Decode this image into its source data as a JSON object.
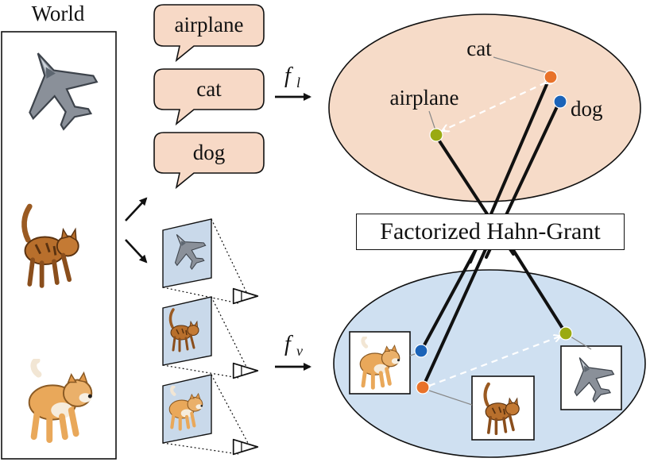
{
  "world": {
    "title": "World"
  },
  "speech_bubbles": [
    "airplane",
    "cat",
    "dog"
  ],
  "arrows": {
    "language_map": "f",
    "language_sub": "l",
    "vision_map": "f",
    "vision_sub": "v"
  },
  "center_box": {
    "label": "Factorized Hahn-Grant"
  },
  "language_space": {
    "points": [
      {
        "label": "cat",
        "color": "#e8722a"
      },
      {
        "label": "dog",
        "color": "#1b63b8"
      },
      {
        "label": "airplane",
        "color": "#9aaa12"
      }
    ]
  },
  "vision_space": {
    "points": [
      {
        "name": "dog",
        "color": "#1b63b8"
      },
      {
        "name": "cat",
        "color": "#e8722a"
      },
      {
        "name": "airplane",
        "color": "#9aaa12"
      }
    ]
  },
  "colors": {
    "bubble_fill": "#f7d9c6",
    "language_ellipse": "#f6dbc8",
    "vision_ellipse": "#cfe0f1",
    "cat": "#e8722a",
    "dog": "#1b63b8",
    "airplane": "#9aaa12"
  },
  "icons": [
    "airplane-image",
    "cat-image",
    "dog-image",
    "camera-frustum-icon",
    "arrow-right-icon"
  ]
}
